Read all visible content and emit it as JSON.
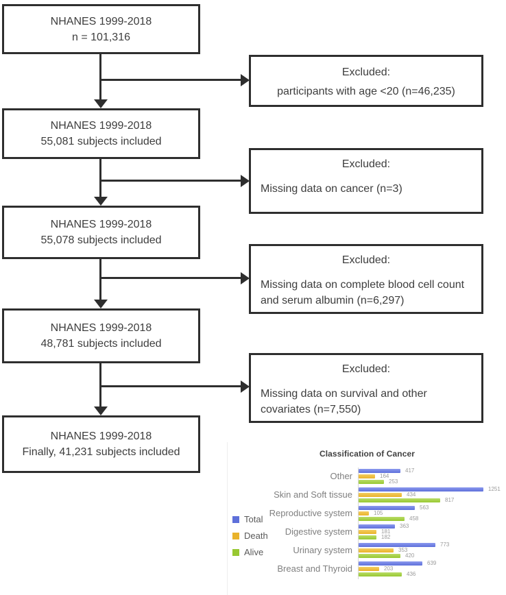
{
  "flow": {
    "boxes": [
      {
        "line1": "NHANES 1999-2018",
        "line2": "n = 101,316"
      },
      {
        "line1": "NHANES 1999-2018",
        "line2": "55,081 subjects included"
      },
      {
        "line1": "NHANES 1999-2018",
        "line2": "55,078 subjects included"
      },
      {
        "line1": "NHANES 1999-2018",
        "line2": "48,781 subjects included"
      },
      {
        "line1": "NHANES 1999-2018",
        "line2": "Finally, 41,231 subjects included"
      }
    ],
    "excluded": [
      {
        "title": "Excluded:",
        "detail": "participants with age <20 (n=46,235)"
      },
      {
        "title": "Excluded:",
        "detail": "Missing data on cancer (n=3)"
      },
      {
        "title": "Excluded:",
        "detail": "Missing data on complete blood cell count and serum albumin (n=6,297)"
      },
      {
        "title": "Excluded:",
        "detail": "Missing data on survival and other covariates (n=7,550)"
      }
    ]
  },
  "chart_data": {
    "type": "bar",
    "orientation": "horizontal",
    "title": "Classification of Cancer",
    "categories": [
      "Other",
      "Skin and Soft tissue",
      "Reproductive system",
      "Digestive system",
      "Urinary system",
      "Breast and Thyroid"
    ],
    "series": [
      {
        "name": "Total",
        "color": "#5e70da",
        "color_light": "#8b99ee",
        "values": [
          417,
          1251,
          563,
          363,
          773,
          639
        ]
      },
      {
        "name": "Death",
        "color": "#e9b32b",
        "color_light": "#f4cd60",
        "values": [
          164,
          434,
          105,
          181,
          353,
          203
        ]
      },
      {
        "name": "Alive",
        "color": "#98c832",
        "color_light": "#b9dc67",
        "values": [
          253,
          817,
          458,
          182,
          420,
          436
        ]
      }
    ],
    "xlim": [
      0,
      1400
    ],
    "legend_position": "left",
    "value_labels": true,
    "grid": false
  }
}
